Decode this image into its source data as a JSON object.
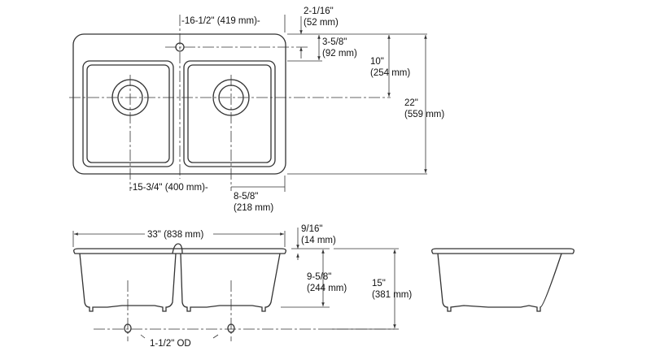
{
  "top_view": {
    "width_faucet": "-16-1/2\" (419 mm)-",
    "rim_in": "2-1/16\"",
    "rim_mm": "(52 mm)",
    "hole_in": "3-5/8\"",
    "hole_mm": "(92 mm)",
    "drain_in": "10\"",
    "drain_mm": "(254 mm)",
    "depth_in": "22\"",
    "depth_mm": "(559 mm)",
    "drain_spacing": "-15-3/4\" (400 mm)-",
    "side_in": "8-5/8\"",
    "side_mm": "(218 mm)"
  },
  "front_view": {
    "length": "33\" (838 mm)",
    "deck_in": "9/16\"",
    "deck_mm": "(14 mm)",
    "bowl_in": "9-5/8\"",
    "bowl_mm": "(244 mm)",
    "total_in": "15\"",
    "total_mm": "(381 mm)",
    "outlet": "1-1/2\" OD"
  }
}
